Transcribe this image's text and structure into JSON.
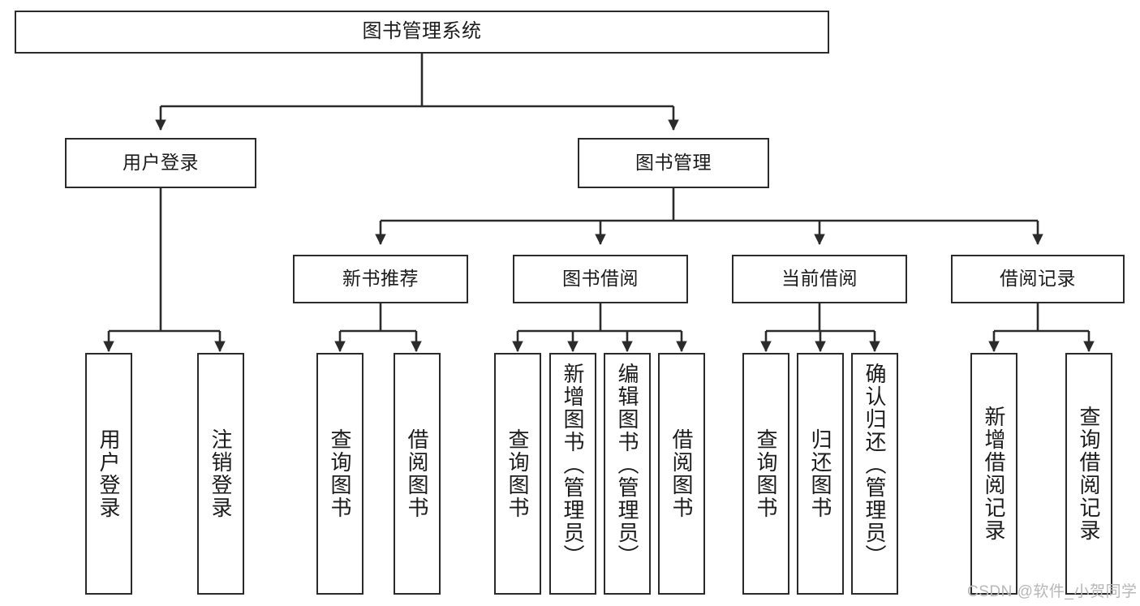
{
  "diagram": {
    "title": "图书管理系统",
    "type": "tree-hierarchy-chart",
    "watermark": "CSDN @软件_小贺同学",
    "colors": {
      "stroke": "#2b2b2b",
      "fill": "#ffffff",
      "text": "#1b1b1b",
      "watermark": "#b7b7b7"
    },
    "nodes": {
      "root": {
        "label": "图书管理系统"
      },
      "level2": [
        {
          "key": "user_login",
          "label": "用户登录"
        },
        {
          "key": "book_manage",
          "label": "图书管理"
        }
      ],
      "level3": [
        {
          "key": "new_book_rec",
          "label": "新书推荐"
        },
        {
          "key": "book_borrow",
          "label": "图书借阅"
        },
        {
          "key": "current_borrow",
          "label": "当前借阅"
        },
        {
          "key": "borrow_record",
          "label": "借阅记录"
        }
      ],
      "leaves_user_login": [
        {
          "key": "leaf_user_login",
          "label": "用户登录"
        },
        {
          "key": "leaf_logout",
          "label": "注销登录"
        }
      ],
      "leaves_new_book_rec": [
        {
          "key": "leaf_query_book_1",
          "label": "查询图书"
        },
        {
          "key": "leaf_borrow_book_1",
          "label": "借阅图书"
        }
      ],
      "leaves_book_borrow": [
        {
          "key": "leaf_query_book_2",
          "label": "查询图书"
        },
        {
          "key": "leaf_add_book",
          "label": "新增图书（管理员）"
        },
        {
          "key": "leaf_edit_book",
          "label": "编辑图书（管理员）"
        },
        {
          "key": "leaf_borrow_book_2",
          "label": "借阅图书"
        }
      ],
      "leaves_current_borrow": [
        {
          "key": "leaf_query_book_3",
          "label": "查询图书"
        },
        {
          "key": "leaf_return_book",
          "label": "归还图书"
        },
        {
          "key": "leaf_confirm_return",
          "label": "确认归还（管理员）"
        }
      ],
      "leaves_borrow_record": [
        {
          "key": "leaf_add_record",
          "label": "新增借阅记录"
        },
        {
          "key": "leaf_query_record",
          "label": "查询借阅记录"
        }
      ]
    }
  }
}
